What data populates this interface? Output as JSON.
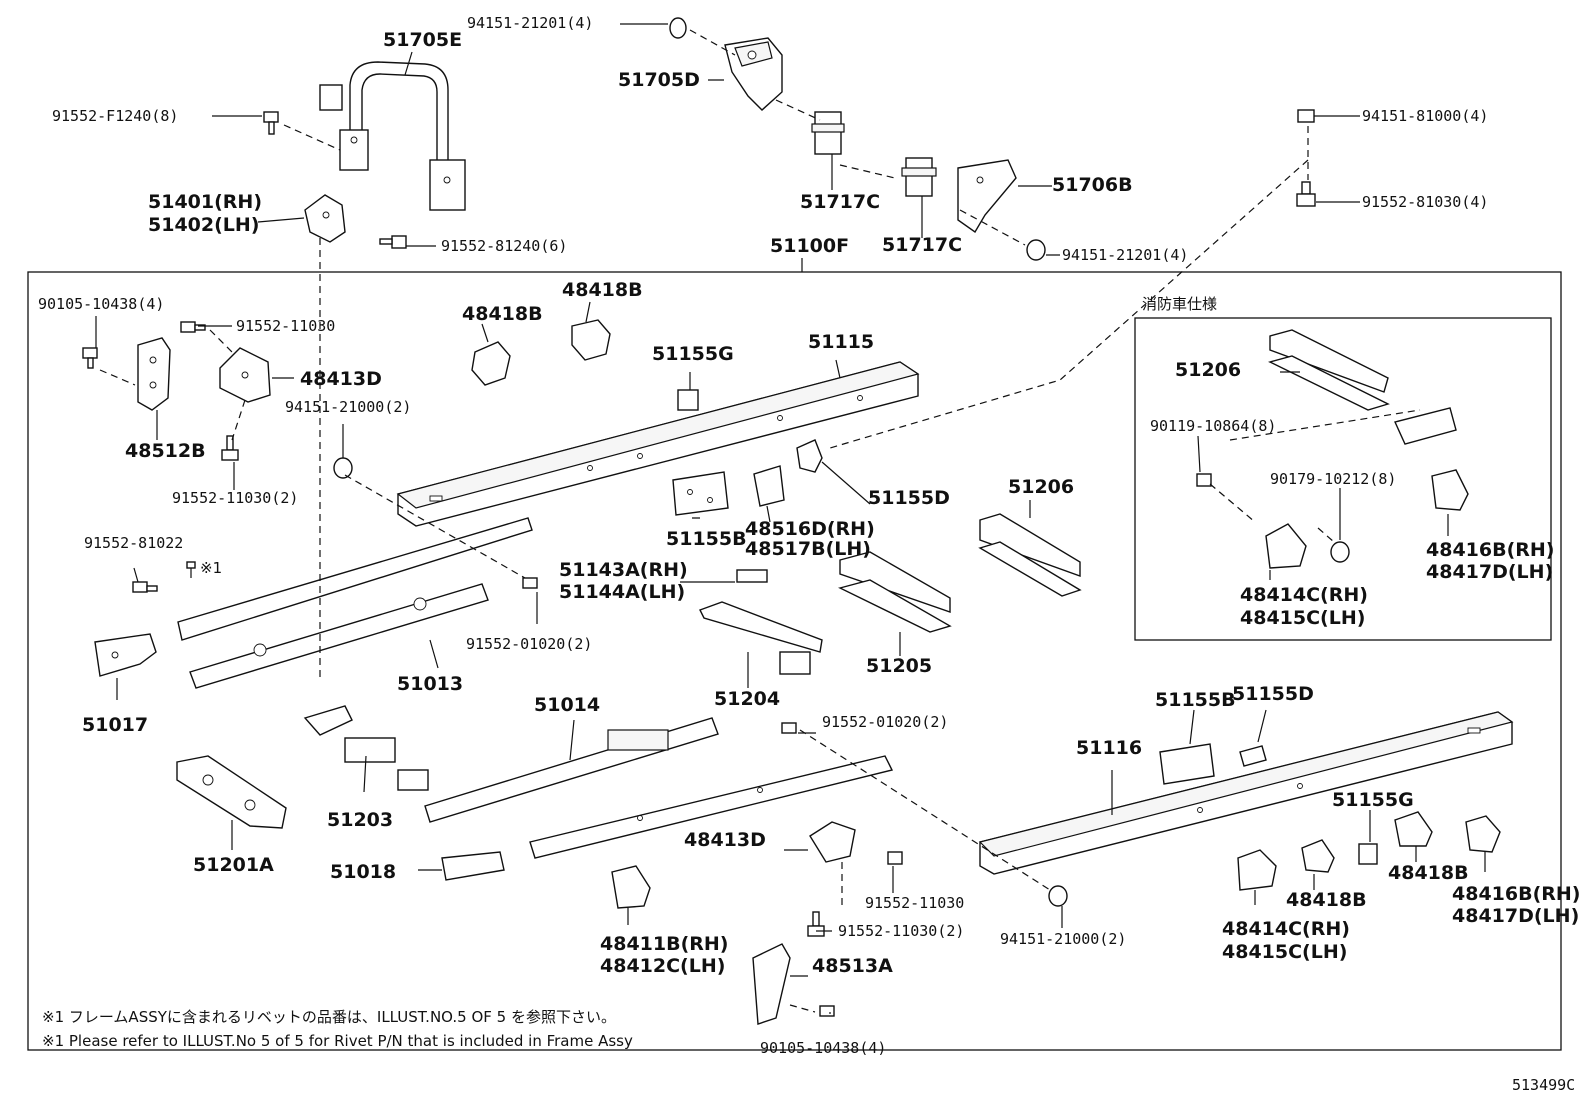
{
  "diagram_id": "513499C",
  "frame_assy": "51100F",
  "fire_engine_section_title": "消防車仕様",
  "notes": {
    "jp": "※1  フレームASSYに含まれるリベットの品番は、ILLUST.NO.5  OF  5  を参照下さい。",
    "en": "※1  Please refer to ILLUST.No 5 of 5 for Rivet P/N that is included in Frame Assy"
  },
  "rivet_marker": "※1",
  "parts": {
    "p51705E": "51705E",
    "p94151_21201_top": "94151-21201(4)",
    "p51705D": "51705D",
    "p91552_F1240": "91552-F1240(8)",
    "p51401": "51401(RH)",
    "p51402": "51402(LH)",
    "p91552_81240": "91552-81240(6)",
    "p51717C_a": "51717C",
    "p51717C_b": "51717C",
    "p51706B": "51706B",
    "p94151_81000": "94151-81000(4)",
    "p91552_81030": "91552-81030(4)",
    "p94151_21201_mid": "94151-21201(4)",
    "p90105_10438_top": "90105-10438(4)",
    "p91552_11030_top": "91552-11030",
    "p48418B_a": "48418B",
    "p48418B_b": "48418B",
    "p48413D_top": "48413D",
    "p48512B": "48512B",
    "p94151_21000_top": "94151-21000(2)",
    "p91552_11030_2_top": "91552-11030(2)",
    "p51155G_top": "51155G",
    "p51115": "51115",
    "p51155D_top": "51155D",
    "p51155B_top": "51155B",
    "p48516D": "48516D(RH)",
    "p48517B": "48517B(LH)",
    "p51206_main": "51206",
    "p91552_81022": "91552-81022",
    "p51143A": "51143A(RH)",
    "p51144A": "51144A(LH)",
    "p91552_01020_top": "91552-01020(2)",
    "p51013": "51013",
    "p51017": "51017",
    "p51205": "51205",
    "p51204": "51204",
    "p51014": "51014",
    "p91552_01020_mid": "91552-01020(2)",
    "p51203": "51203",
    "p51201A": "51201A",
    "p51018": "51018",
    "p48413D_bot": "48413D",
    "p91552_11030_bot": "91552-11030",
    "p91552_11030_2_bot": "91552-11030(2)",
    "p48411B": "48411B(RH)",
    "p48412C": "48412C(LH)",
    "p48513A": "48513A",
    "p90105_10438_bot": "90105-10438(4)",
    "p51155B_bot": "51155B",
    "p51155D_bot": "51155D",
    "p51116": "51116",
    "p51155G_bot": "51155G",
    "p48418B_c": "48418B",
    "p48418B_d": "48418B",
    "p48416B_bot": "48416B(RH)",
    "p48417D_bot": "48417D(LH)",
    "p48414C_bot": "48414C(RH)",
    "p48415C_bot": "48415C(LH)",
    "p94151_21000_bot": "94151-21000(2)",
    "p51206_fire": "51206",
    "p90119_10864": "90119-10864(8)",
    "p90179_10212": "90179-10212(8)",
    "p48416B_fire": "48416B(RH)",
    "p48417D_fire": "48417D(LH)",
    "p48414C_fire": "48414C(RH)",
    "p48415C_fire": "48415C(LH)"
  }
}
